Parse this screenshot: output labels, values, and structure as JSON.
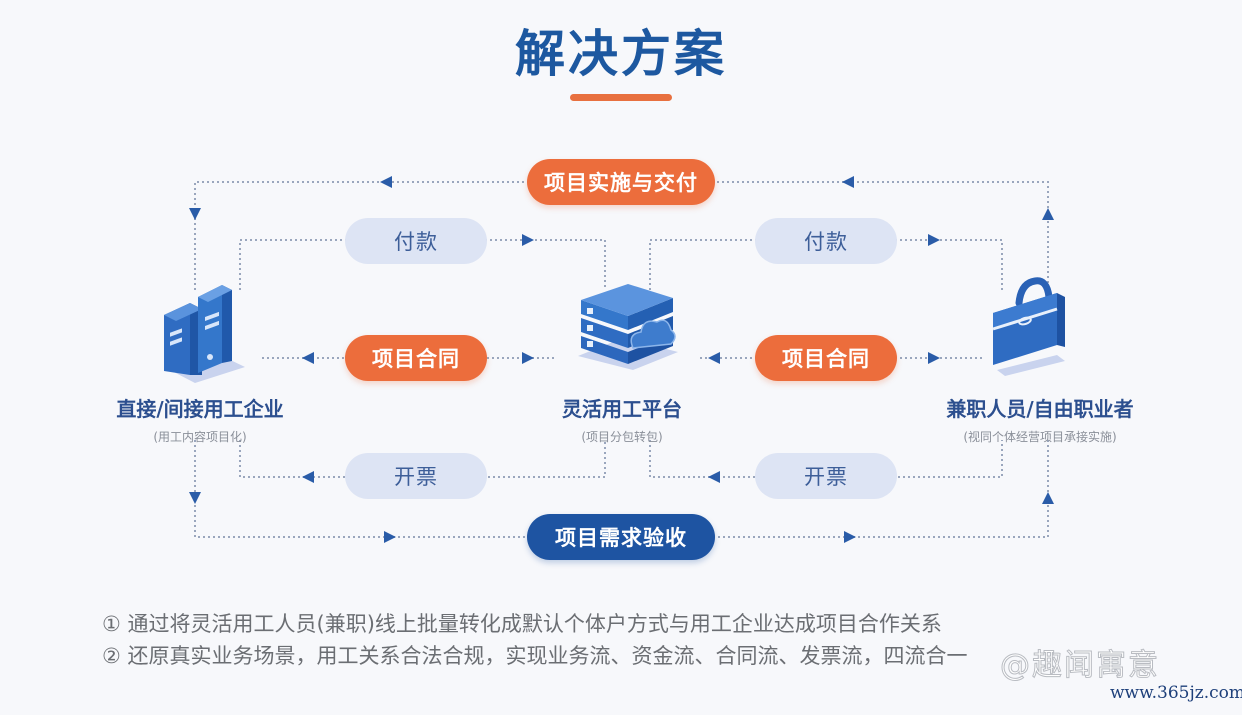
{
  "title": "解决方案",
  "colors": {
    "title": "#1d58a0",
    "accent_orange": "#ec6d3c",
    "accent_navy": "#1e54a2",
    "pill_light": "#dde4f4",
    "connector": "#9aa6bd",
    "arrow": "#2a5ca8"
  },
  "nodes": {
    "enterprise": {
      "name": "直接/间接用工企业",
      "sub": "(用工内容项目化)",
      "icon": "building-icon"
    },
    "platform": {
      "name": "灵活用工平台",
      "sub": "(项目分包转包)",
      "icon": "server-cloud-icon"
    },
    "freelancer": {
      "name": "兼职人员/自由职业者",
      "sub": "(视同个体经营项目承接实施)",
      "icon": "briefcase-icon"
    }
  },
  "flows": {
    "top": "项目实施与交付",
    "bottom": "项目需求验收",
    "left_payment": "付款",
    "right_payment": "付款",
    "left_contract": "项目合同",
    "right_contract": "项目合同",
    "left_invoice": "开票",
    "right_invoice": "开票"
  },
  "notes": [
    "① 通过将灵活用工人员(兼职)线上批量转化成默认个体户方式与用工企业达成项目合作关系",
    "② 还原真实业务场景，用工关系合法合规，实现业务流、资金流、合同流、发票流，四流合一"
  ],
  "watermark": {
    "text": "@趣闻寓意",
    "url": "www.365jz.com"
  }
}
